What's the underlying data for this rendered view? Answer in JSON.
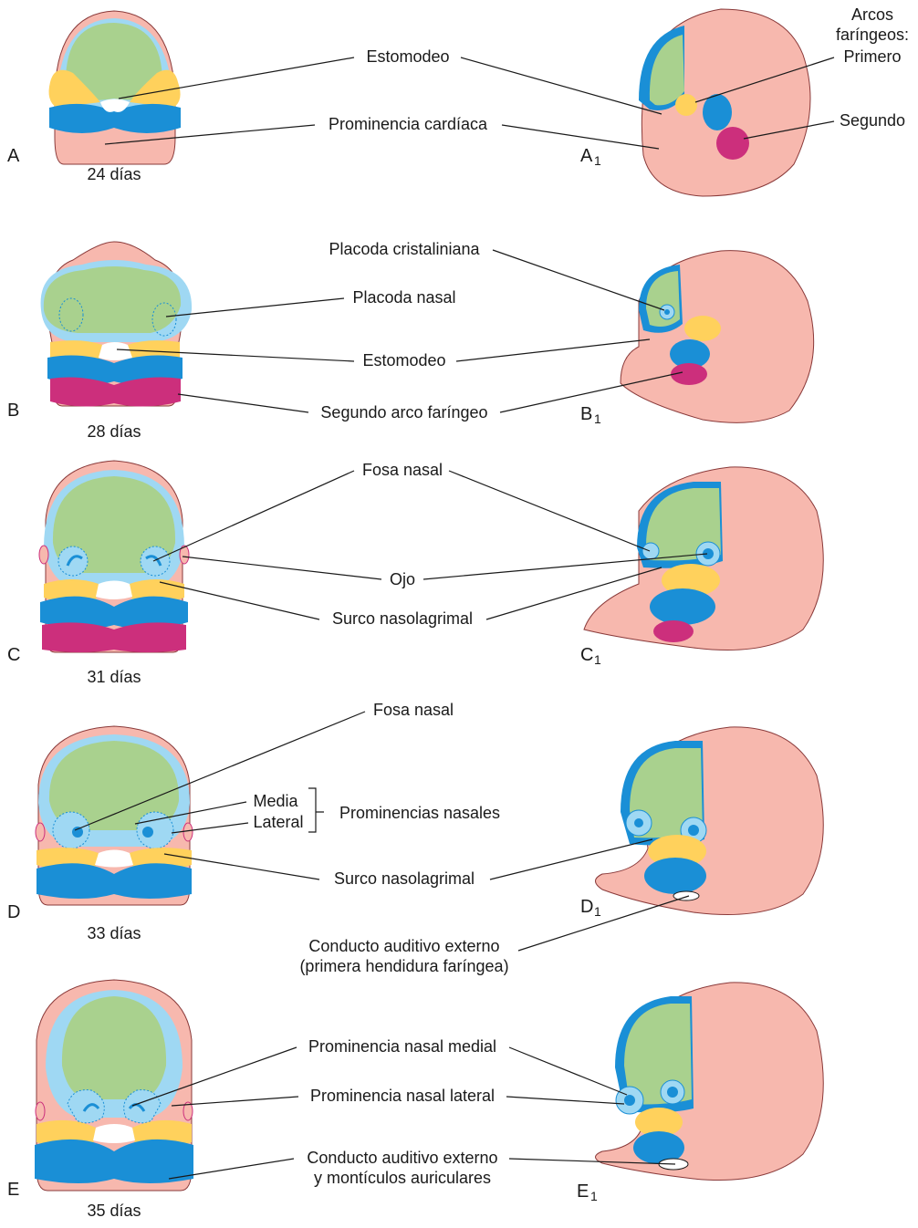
{
  "colors": {
    "skin": "#f7b8ae",
    "skin_dark": "#ee9d93",
    "green": "#a9d18e",
    "blue": "#1a8fd6",
    "light_blue": "#9fd8f3",
    "yellow": "#ffd15c",
    "magenta": "#cc2f7c",
    "white": "#ffffff"
  },
  "rows": [
    {
      "panel": "A",
      "panel_side": "A",
      "panel_side_sub": "1",
      "age": "24 días",
      "labels": [
        "Estomodeo",
        "Prominencia cardíaca"
      ],
      "arches_title_1": "Arcos",
      "arches_title_2": "faríngeos:",
      "arches_first": "Primero",
      "arches_second": "Segundo"
    },
    {
      "panel": "B",
      "panel_side": "B",
      "panel_side_sub": "1",
      "age": "28 días",
      "labels": [
        "Placoda cristaliniana",
        "Placoda nasal",
        "Estomodeo",
        "Segundo arco faríngeo"
      ]
    },
    {
      "panel": "C",
      "panel_side": "C",
      "panel_side_sub": "1",
      "age": "31 días",
      "labels": [
        "Fosa nasal",
        "Ojo",
        "Surco nasolagrimal"
      ]
    },
    {
      "panel": "D",
      "panel_side": "D",
      "panel_side_sub": "1",
      "age": "33 días",
      "labels": [
        "Fosa nasal",
        "Media",
        "Lateral",
        "Prominencias nasales",
        "Surco nasolagrimal",
        "Conducto auditivo externo",
        "(primera hendidura faríngea)"
      ]
    },
    {
      "panel": "E",
      "panel_side": "E",
      "panel_side_sub": "1",
      "age": "35 días",
      "labels": [
        "Prominencia nasal medial",
        "Prominencia nasal lateral",
        "Conducto auditivo externo",
        "y montículos auriculares"
      ]
    }
  ]
}
